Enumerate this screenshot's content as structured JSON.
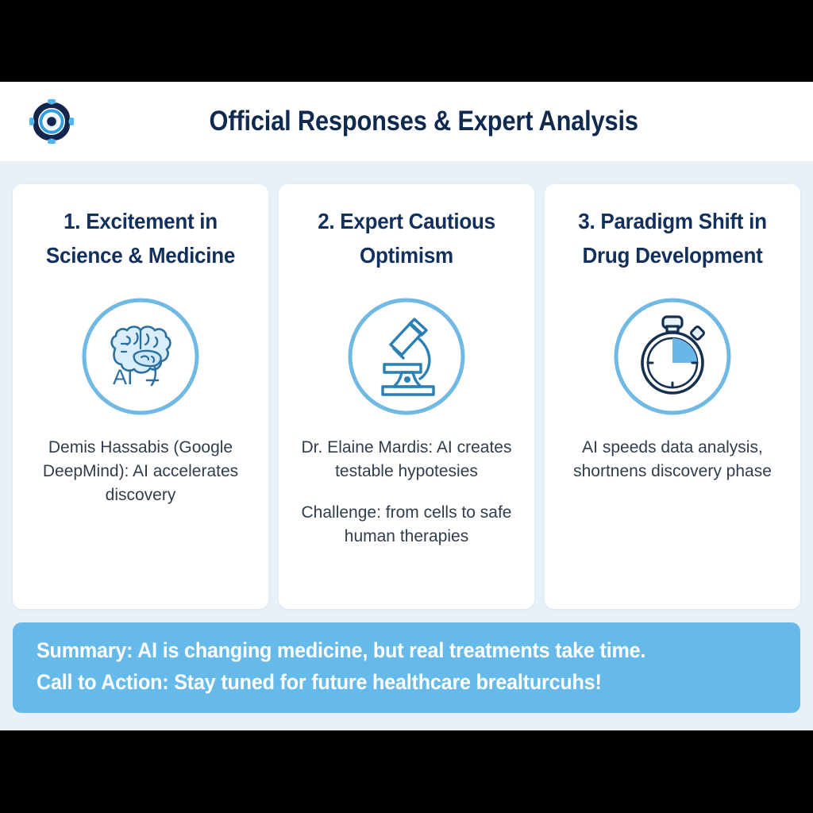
{
  "header": {
    "title": "Official Responses & Expert Analysis",
    "logo_icon": "aperture-target-icon"
  },
  "theme": {
    "page_background": "#e8f1f8",
    "header_background": "#ffffff",
    "card_background": "#ffffff",
    "title_navy": "#12305c",
    "body_slate": "#2f3d4d",
    "accent_blue": "#66baea",
    "icon_outline_blue": "#6fb9e4",
    "icon_stroke_navy": "#1d4f77",
    "letterbox": "#000000"
  },
  "cards": [
    {
      "title": "1. Excitement in Science & Medicine",
      "icon": "brain-ai-icon",
      "paragraphs": [
        "Demis Hassabis (Google DeepMind): AI accelerates discovery"
      ]
    },
    {
      "title": "2. Expert Cautious Optimism",
      "icon": "microscope-icon",
      "paragraphs": [
        "Dr. Elaine Mardis: AI creates testable hypotesies",
        "Challenge: from cells to safe human therapies"
      ]
    },
    {
      "title": "3. Paradigm Shift in Drug Development",
      "icon": "stopwatch-icon",
      "paragraphs": [
        "AI speeds data analysis, shortnens discovery phase"
      ]
    }
  ],
  "banner": {
    "line1": "Summary: AI is changing medicine, but real treatments take time.",
    "line2": "Call to Action: Stay tuned for future healthcare brealturcuhs!"
  }
}
